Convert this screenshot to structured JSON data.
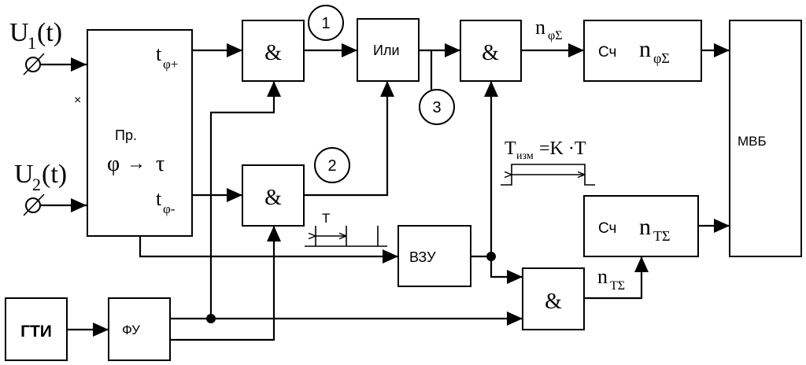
{
  "inputs": {
    "u1": {
      "letter": "U",
      "sub": "1",
      "arg": "(t)"
    },
    "u2": {
      "letter": "U",
      "sub": "2",
      "arg": "(t)"
    }
  },
  "converter": {
    "title": "Пр.",
    "phi": "φ",
    "arrow": "→",
    "tau": "τ",
    "out_plus_t": "t",
    "out_plus_sub": "φ+",
    "out_minus_t": "t",
    "out_minus_sub": "φ-",
    "side_mark": "×"
  },
  "gates": {
    "and1": "&",
    "and2": "&",
    "and3": "&",
    "and4": "&",
    "or": "Или"
  },
  "markers": {
    "m1": "1",
    "m2": "2",
    "m3": "3"
  },
  "counter_phi": {
    "label": "Сч",
    "n": "n",
    "sub": "φΣ"
  },
  "counter_t": {
    "label": "Сч",
    "n": "n",
    "sub": "TΣ"
  },
  "wire_labels": {
    "n_phi": {
      "n": "n",
      "sub": "φΣ"
    },
    "n_t": {
      "n": "n",
      "sub": "TΣ"
    }
  },
  "measure": {
    "T": "T",
    "sub": "изм",
    "rest": "=K ·T"
  },
  "period_label": "T",
  "blocks": {
    "mvb": "МВБ",
    "vzu": "ВЗУ",
    "gti": "ГТИ",
    "fu": "ФУ"
  }
}
